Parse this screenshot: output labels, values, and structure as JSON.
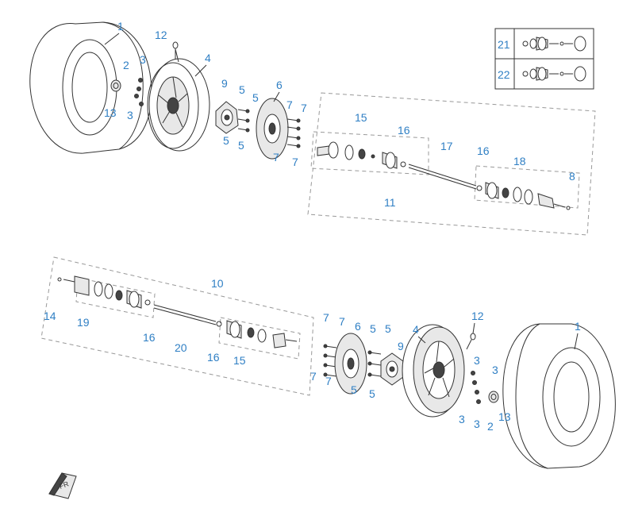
{
  "diagram": {
    "type": "exploded-parts-diagram",
    "callouts": {
      "tire": "1",
      "nut_cap": "2",
      "lug_nut": "3",
      "rim": "4",
      "hub_bolt": "5",
      "brake_disc": "6",
      "disc_bolt": "7",
      "circlip": "8",
      "hub": "9",
      "axle_assy": "10",
      "cv_inner_assy": "11",
      "valve": "12",
      "axle_nut": "13",
      "clip": "14",
      "boot_kit_outer": "15",
      "clamp": "16",
      "shaft": "17",
      "boot_kit_inner": "18",
      "boot_kit_inner_b": "19",
      "shaft_b": "20",
      "kit_a": "21",
      "kit_b": "22"
    }
  }
}
